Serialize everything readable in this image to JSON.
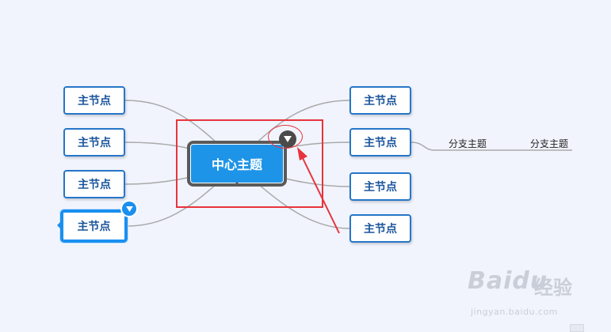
{
  "mindmap": {
    "central_topic": "中心主题",
    "left_nodes": [
      "主节点",
      "主节点",
      "主节点",
      "主节点"
    ],
    "right_nodes": [
      "主节点",
      "主节点",
      "主节点",
      "主节点"
    ],
    "subtopics": [
      "分支主题",
      "分支主题"
    ],
    "collapse_toggle_icon": "triangle-down",
    "selected_node": "left-4"
  },
  "watermark": {
    "logo": "Baidu",
    "label": "经验",
    "url": "jingyan.baidu.com"
  },
  "colors": {
    "background": "#f1f4fd",
    "node_border": "#2676c9",
    "node_text": "#19549c",
    "central_fill": "#1e94e8",
    "selected_border": "#1a8ff0",
    "connector": "#a9a9a9",
    "annotation": "#e8343c"
  }
}
